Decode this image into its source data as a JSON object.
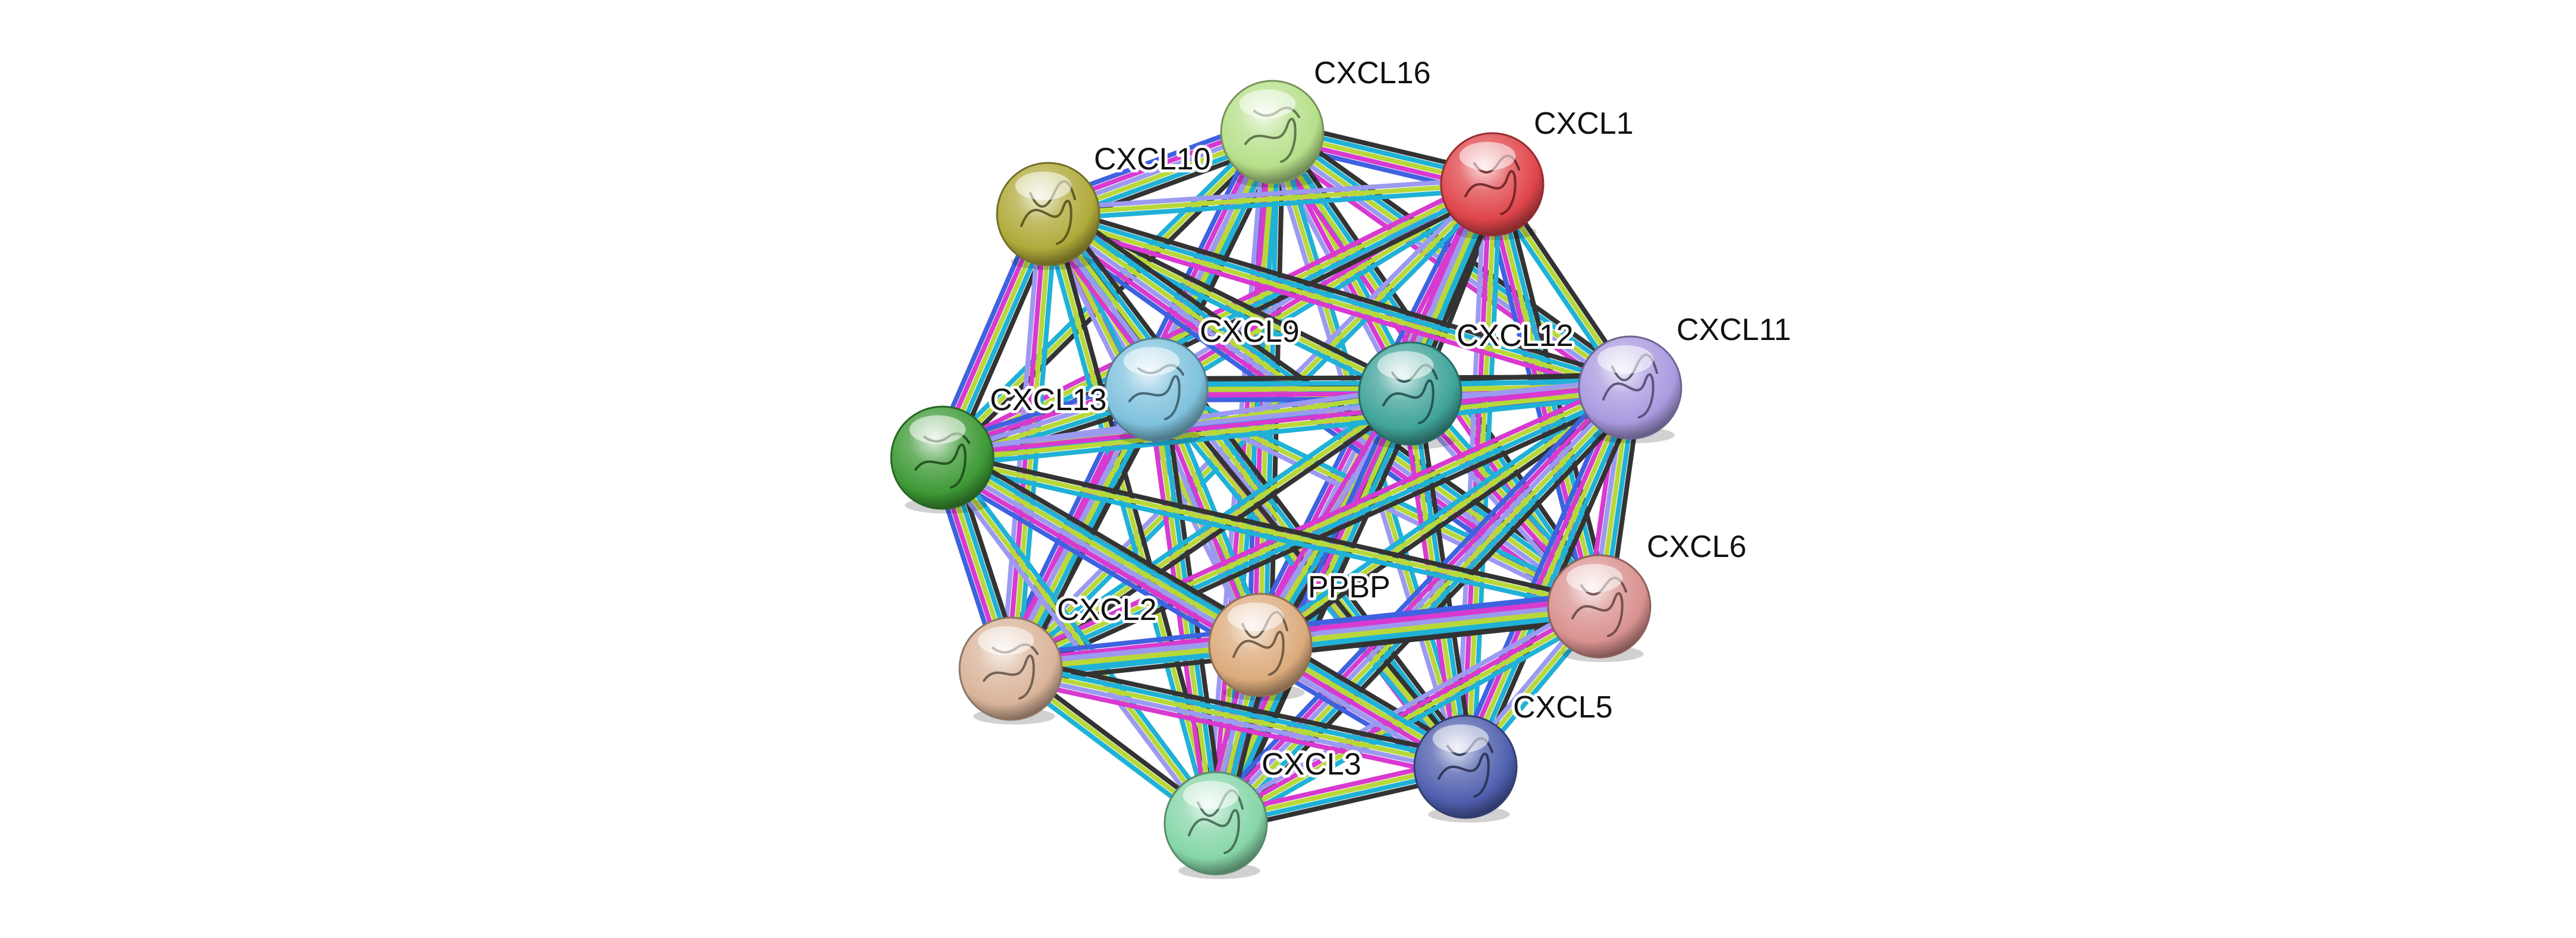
{
  "network": {
    "nodes": [
      {
        "id": "CXCL16",
        "label": "CXCL16",
        "color": "#b5e08a"
      },
      {
        "id": "CXCL1",
        "label": "CXCL1",
        "color": "#e0454a"
      },
      {
        "id": "CXCL10",
        "label": "CXCL10",
        "color": "#b0aa3a"
      },
      {
        "id": "CXCL9",
        "label": "CXCL9",
        "color": "#7fc2dd"
      },
      {
        "id": "CXCL12",
        "label": "CXCL12",
        "color": "#3fa39a"
      },
      {
        "id": "CXCL11",
        "label": "CXCL11",
        "color": "#a99ae0"
      },
      {
        "id": "CXCL13",
        "label": "CXCL13",
        "color": "#3e9a36"
      },
      {
        "id": "CXCL6",
        "label": "CXCL6",
        "color": "#d9928f"
      },
      {
        "id": "PPBP",
        "label": "PPBP",
        "color": "#dcab7c"
      },
      {
        "id": "CXCL2",
        "label": "CXCL2",
        "color": "#dab49a"
      },
      {
        "id": "CXCL5",
        "label": "CXCL5",
        "color": "#4f5fae"
      },
      {
        "id": "CXCL3",
        "label": "CXCL3",
        "color": "#86d6a8"
      }
    ],
    "edge_colors": {
      "black": "#333333",
      "cyan": "#20b1d6",
      "yellow_green": "#b8d83a",
      "magenta": "#d83ad0",
      "lavender": "#9c9af0",
      "blue": "#3e62e0"
    }
  }
}
